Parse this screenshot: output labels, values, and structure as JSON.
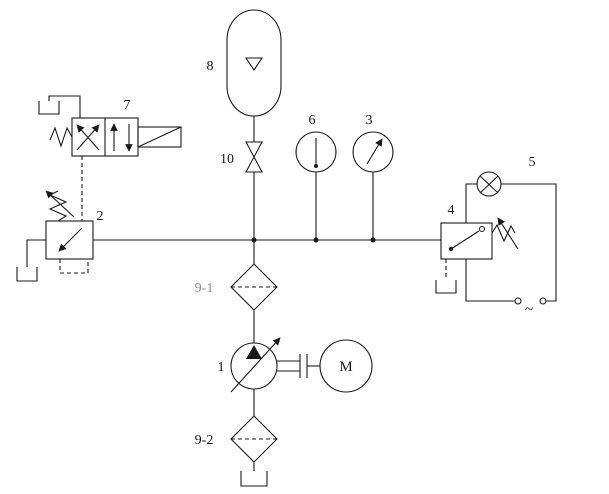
{
  "diagram": {
    "type": "hydraulic-circuit-schematic",
    "background": "#ffffff",
    "line_color": "#1a1a1a",
    "muted_label_color": "#8b8b8b",
    "labels": {
      "pump": "1",
      "relief_valve": "2",
      "gauge_right": "3",
      "pressure_switch": "4",
      "lamp": "5",
      "gauge_left": "6",
      "directional_valve": "7",
      "accumulator": "8",
      "filter_inlet": "9-1",
      "filter_return": "9-2",
      "shutoff_valve": "10",
      "motor": "M",
      "ac_source": "~"
    }
  }
}
